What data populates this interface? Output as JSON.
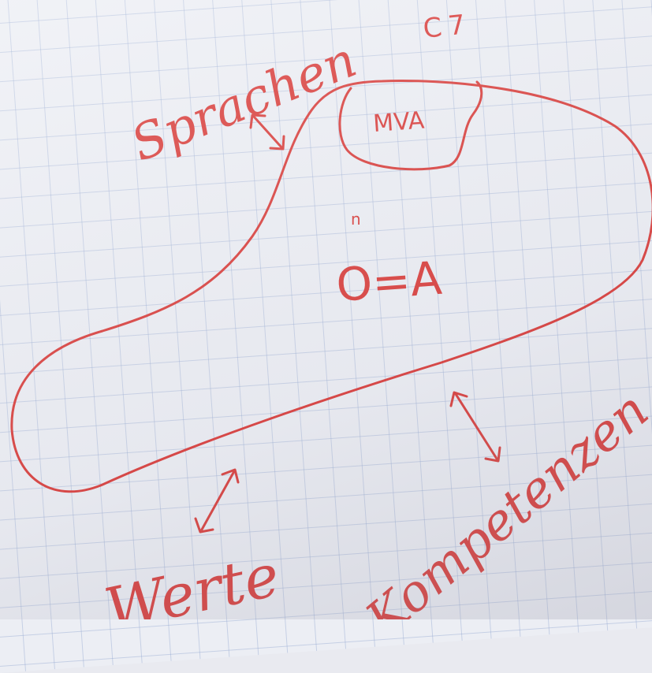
{
  "colors": {
    "ink": "#d8322f",
    "paper": "#eceef4",
    "grid": "#96aad2"
  },
  "labels": {
    "top_left": "Sprachen",
    "top_right": "C7",
    "inner_region": "MVA",
    "center_mark": "n",
    "center_formula": "O=A",
    "bottom_left": "Werte",
    "bottom_right": "Kompetenzen"
  }
}
